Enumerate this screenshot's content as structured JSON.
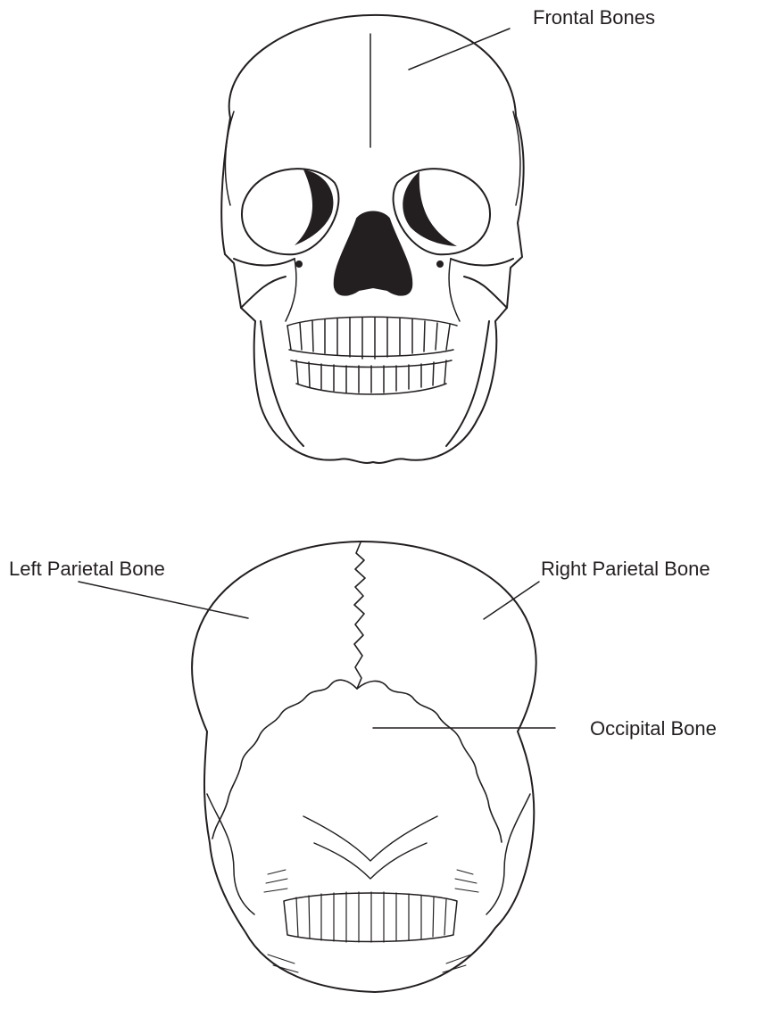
{
  "labels": {
    "frontal": "Frontal Bones",
    "left_parietal": "Left Parietal Bone",
    "right_parietal": "Right Parietal Bone",
    "occipital": "Occipital Bone"
  },
  "colors": {
    "ink": "#231f20",
    "background": "#ffffff"
  }
}
